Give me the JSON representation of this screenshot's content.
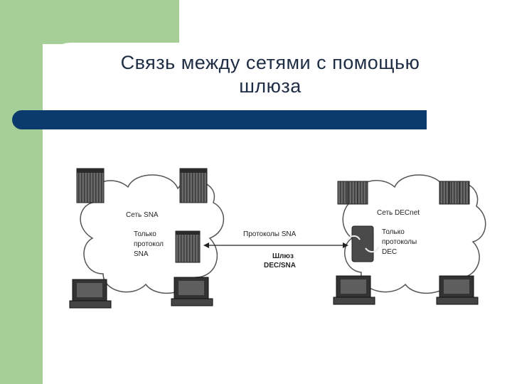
{
  "slide": {
    "title_line1": "Связь между сетями с помощью",
    "title_line2": "шлюза"
  },
  "diagram": {
    "left_network_label": "Сеть SNA",
    "left_protocol_lines": [
      "Только",
      "протокол",
      "SNA"
    ],
    "right_network_label": "Сеть DECnet",
    "right_protocol_lines": [
      "Только",
      "протоколы",
      "DEC"
    ],
    "link_label": "Протоколы SNA",
    "gateway_lines": [
      "Шлюз",
      "DEC/SNA"
    ]
  }
}
